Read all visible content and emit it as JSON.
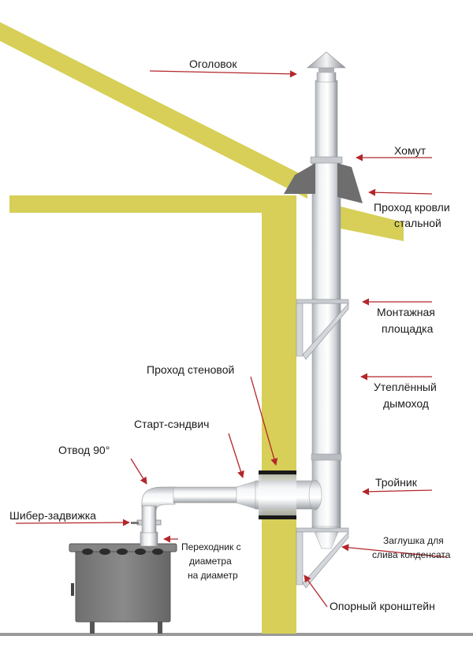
{
  "labels": {
    "ogolovok": "Оголовок",
    "homut": "Хомут",
    "prohod_krovli_1": "Проход кровли",
    "prohod_krovli_2": "стальной",
    "montazhnaya_1": "Монтажная",
    "montazhnaya_2": "площадка",
    "prohod_stenovoy": "Проход стеновой",
    "uteplenny_1": "Утеплённый",
    "uteplenny_2": "дымоход",
    "start_sendvich": "Старт-сэндвич",
    "otvod": "Отвод 90°",
    "troynik": "Тройник",
    "shiber": "Шибер-задвижка",
    "perehodnik_1": "Переходник с",
    "perehodnik_2": "диаметра",
    "perehodnik_3": "на диаметр",
    "zaglushka_1": "Заглушка для",
    "zaglushka_2": "слива конденсата",
    "opornyy": "Опорный кронштейн"
  },
  "colors": {
    "structure": "#d7cf57",
    "arrow": "#b3262b",
    "text": "#1a1a1a",
    "pipe_light": "#f2f3f5",
    "pipe_mid": "#c9ccd1",
    "pipe_dark": "#8e9399",
    "stove": "#7d7d7d"
  }
}
